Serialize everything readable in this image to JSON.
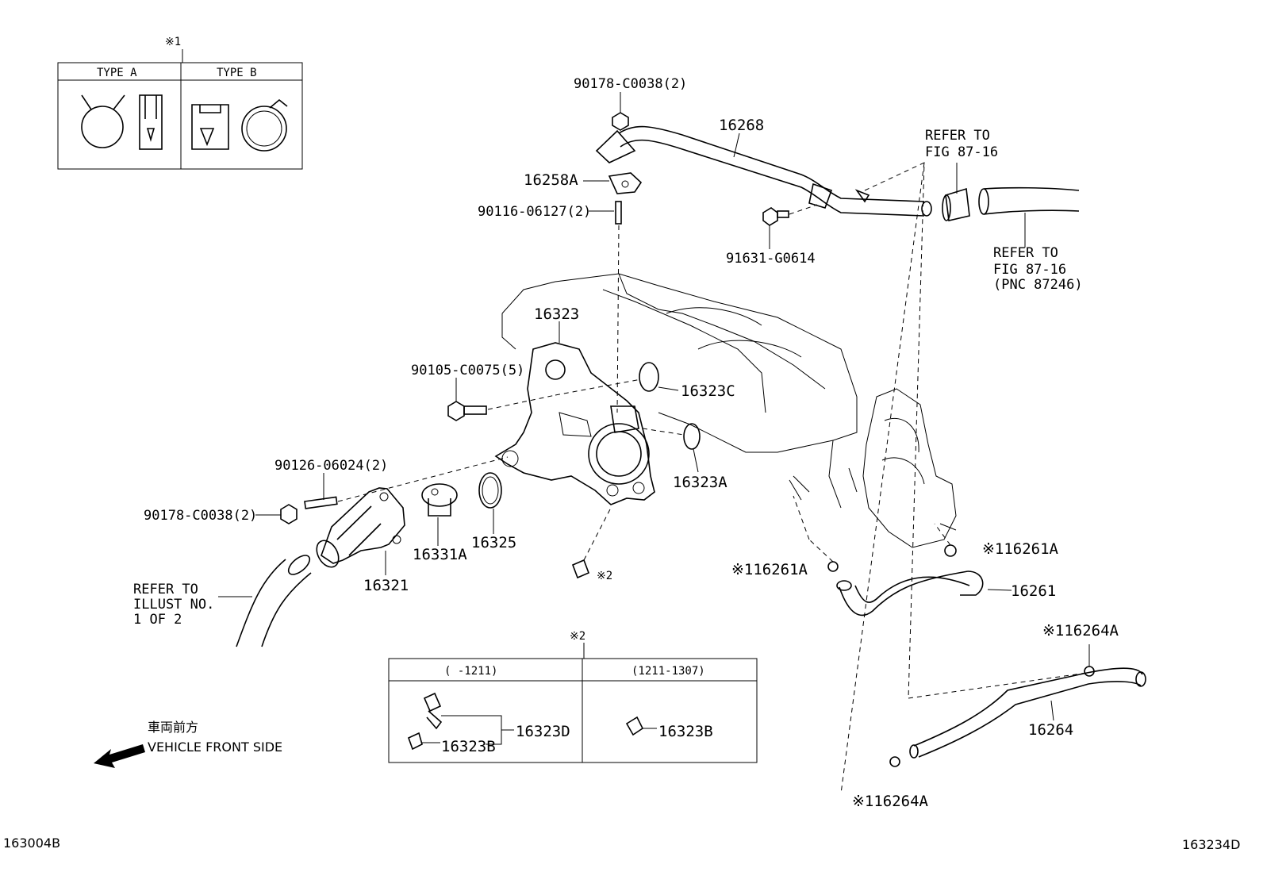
{
  "inset_note1": {
    "mark": "※1",
    "type_a": "TYPE  A",
    "type_b": "TYPE  B"
  },
  "inset_note2": {
    "mark": "※2",
    "col1_header": "(      -1211)",
    "col2_header": "(1211-1307)",
    "col1_part_a": "16323D",
    "col1_part_b": "16323B",
    "col2_part": "16323B"
  },
  "labels": {
    "bolt_top": "90178-C0038(2)",
    "pipe_top": "16268",
    "refer_top_1": "REFER TO",
    "refer_top_2": "FIG 87-16",
    "gasket_top": "16258A",
    "stud_top": "90116-06127(2)",
    "bolt_pipe": "91631-G0614",
    "refer_right_1": "REFER TO",
    "refer_right_2": "FIG 87-16",
    "refer_right_3": "(PNC 87246)",
    "housing": "16323",
    "bolt_housing": "90105-C0075(5)",
    "oring_c": "16323C",
    "oring_a": "16323A",
    "stud_inlet": "90126-06024(2)",
    "nut_inlet": "90178-C0038(2)",
    "thermostat": "16331A",
    "gasket_thermo": "16325",
    "inlet": "16321",
    "plug_mark": "※2",
    "refer_left_1": "REFER TO",
    "refer_left_2": "ILLUST NO.",
    "refer_left_3": "1 OF 2",
    "clamp_left": "※116261A",
    "clamp_right": "※116261A",
    "hose_mid": "16261",
    "clamp_264_top": "※116264A",
    "hose_low": "16264",
    "clamp_264_bottom": "※116264A",
    "direction_jp": "車両前方",
    "direction_en": "VEHICLE FRONT SIDE",
    "code_left": "163004B",
    "code_right": "163234D"
  }
}
